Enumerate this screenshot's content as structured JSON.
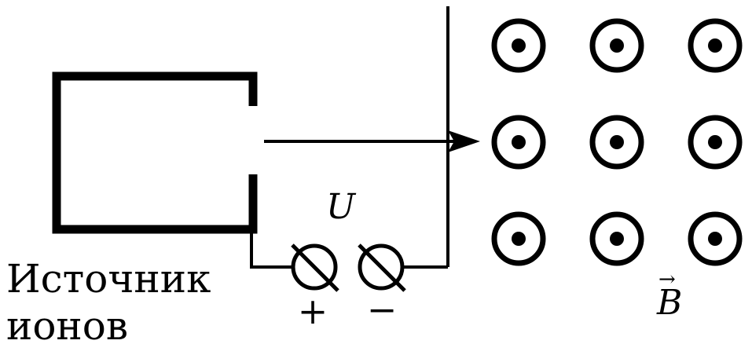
{
  "labels": {
    "source_line1": "Источник",
    "source_line2": "ионов",
    "voltage": "U",
    "plus": "+",
    "minus": "−",
    "field": "B",
    "field_vector_mark": "→"
  },
  "field": {
    "direction": "out-of-page",
    "rows": 3,
    "cols": 3,
    "symbol": "dot-in-circle-icon"
  },
  "colors": {
    "ink": "#000000",
    "background": "#ffffff"
  }
}
